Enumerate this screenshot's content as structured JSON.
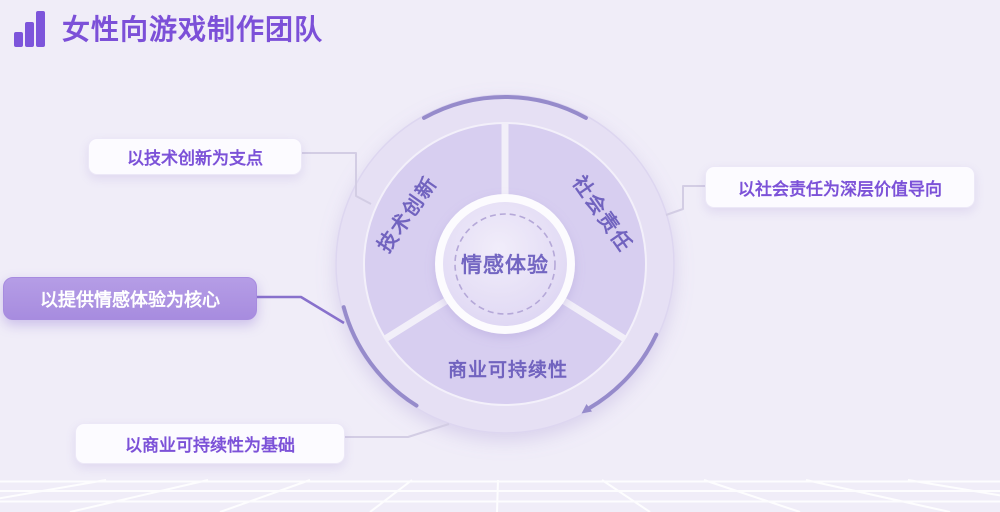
{
  "header": {
    "title": "女性向游戏制作团队",
    "icon": "bar-chart-icon"
  },
  "wheel": {
    "center_label": "情感体验",
    "segments": {
      "tech": "技术创新",
      "social": "社会责任",
      "commerce": "商业可持续性"
    }
  },
  "callouts": {
    "tech": "以技术创新为支点",
    "social": "以社会责任为深层价值导向",
    "emotion": "以提供情感体验为核心",
    "commerce": "以商业可持续性为基础"
  },
  "colors": {
    "background": "#F0EDF8",
    "accent_purple": "#7C50D8",
    "outer_ring_fill": "#E6E0F4",
    "segment_fill": "#D7CEF0",
    "segment_text": "#7163BF",
    "highlight_box": "#AB91E2",
    "arc_stroke": "#968BCB",
    "connector_light": "#D3CDE4",
    "connector_purple": "#8871CC",
    "grid_line": "#FFFFFF"
  }
}
